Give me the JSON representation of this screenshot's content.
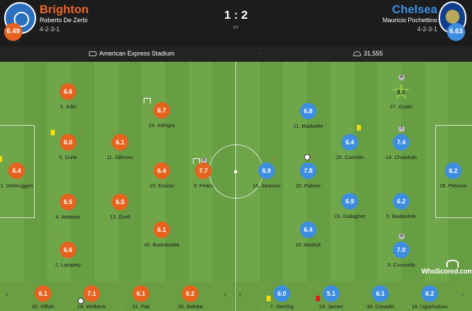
{
  "header": {
    "home": {
      "name": "Brighton",
      "coach": "Roberto De Zerbi",
      "formation": "4-2-3-1",
      "rating": "6.49"
    },
    "away": {
      "name": "Chelsea",
      "coach": "Mauricio Pochettino",
      "formation": "4-2-3-1",
      "rating": "6.63"
    },
    "score": "1 : 2",
    "status": "FT"
  },
  "info": {
    "stadium": "American Express Stadium",
    "attendance": "31,555"
  },
  "colors": {
    "home": "#e5631e",
    "away": "#3e8ee0",
    "pitch": "#6fa64a",
    "star": "#8bc34a"
  },
  "home_players": [
    {
      "rating": "6.6",
      "label": "3. Julio"
    },
    {
      "rating": "6.7",
      "label": "24. Adingra"
    },
    {
      "rating": "6.0",
      "label": "5. Dunk"
    },
    {
      "rating": "6.1",
      "label": "11. Gilmour"
    },
    {
      "rating": "6.4",
      "label": "1. Verbruggen"
    },
    {
      "rating": "6.4",
      "label": "10. Enciso"
    },
    {
      "rating": "7.7",
      "label": "9. Pedro"
    },
    {
      "rating": "6.5",
      "label": "4. Webster"
    },
    {
      "rating": "6.5",
      "label": "13. Groß"
    },
    {
      "rating": "6.1",
      "label": "40. Buonanotte"
    },
    {
      "rating": "6.6",
      "label": "2. Lamptey"
    }
  ],
  "away_players": [
    {
      "rating": "8.0",
      "label": "27. Gusto"
    },
    {
      "rating": "6.8",
      "label": "11. Madueke"
    },
    {
      "rating": "6.4",
      "label": "25. Caicedo"
    },
    {
      "rating": "7.4",
      "label": "14. Chalobah"
    },
    {
      "rating": "6.9",
      "label": "15. Jackson"
    },
    {
      "rating": "7.8",
      "label": "20. Palmer"
    },
    {
      "rating": "6.2",
      "label": "28. Petrovic"
    },
    {
      "rating": "6.9",
      "label": "23. Gallagher"
    },
    {
      "rating": "6.2",
      "label": "5. Badiashile"
    },
    {
      "rating": "6.4",
      "label": "10. Mudryk"
    },
    {
      "rating": "7.0",
      "label": "3. Cucurella"
    }
  ],
  "badges": {
    "a": "A",
    "t": "T"
  },
  "subs": [
    {
      "rating": "6.1",
      "label": "42. Offiah"
    },
    {
      "rating": "7.1",
      "label": "18. Welbeck"
    },
    {
      "rating": "6.1",
      "label": "31. Fati"
    },
    {
      "rating": "6.2",
      "label": "20. Baleba"
    },
    {
      "rating": "6.0",
      "label": "7. Sterling"
    },
    {
      "rating": "5.1",
      "label": "24. James"
    },
    {
      "rating": "6.1",
      "label": "33. Casadei"
    },
    {
      "rating": "6.2",
      "label": "16. Ugochukwu"
    }
  ],
  "brand": "WhoScored.com",
  "nav": {
    "left": "‹",
    "right": "›"
  }
}
